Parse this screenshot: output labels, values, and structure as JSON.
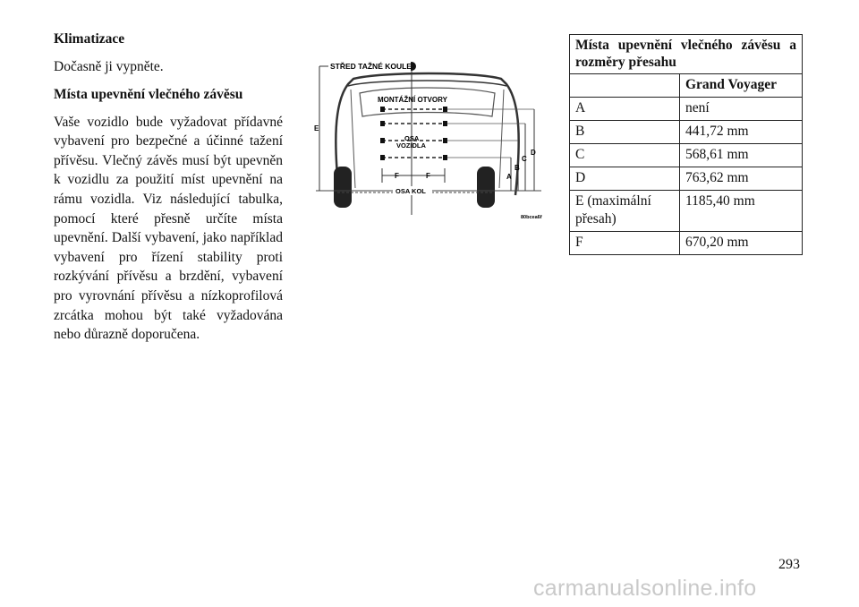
{
  "left_column": {
    "heading_climate": "Klimatizace",
    "para_climate": "Dočasně ji vypněte.",
    "heading_mounting": "Místa upevnění vlečného závěsu",
    "para_mounting": "Vaše vozidlo bude vyžadovat přídavné vybavení pro bezpečné a účinné tažení přívěsu. Vlečný závěs musí být upevněn k vozidlu za použití míst upevnění na rámu vozidla. Viz následující tabulka, pomocí které přesně určíte místa upevnění. Další vybavení, jako například vybavení pro řízení stability proti rozkývání přívěsu a brzdění, vybavení pro vyrovnání přívěsu a nízkoprofilová zrcátka mohou být také vyžadována nebo důrazně doporučena."
  },
  "diagram": {
    "label_ball_center": "STŘED TAŽNÉ KOULE",
    "label_mounting_holes": "MONTÁŽNÍ OTVORY",
    "label_vehicle_axis_1": "OSA",
    "label_vehicle_axis_2": "VOZIDLA",
    "label_wheel_axis": "OSA KOL",
    "dim_E": "E",
    "dim_F1": "F",
    "dim_F2": "F",
    "dim_A": "A",
    "dim_B": "B",
    "dim_C": "C",
    "dim_D": "D",
    "figure_code": "80bcea6f"
  },
  "table": {
    "title": "Místa upevnění vlečného závěsu a rozměry přesahu",
    "column_header": "Grand Voyager",
    "rows": [
      {
        "label": "A",
        "value": "není"
      },
      {
        "label": "B",
        "value": "441,72 mm"
      },
      {
        "label": "C",
        "value": "568,61 mm"
      },
      {
        "label": "D",
        "value": "763,62 mm"
      },
      {
        "label": "E (maximální přesah)",
        "value": "1185,40 mm"
      },
      {
        "label": "F",
        "value": "670,20 mm"
      }
    ]
  },
  "page_number": "293",
  "watermark": "carmanualsonline.info"
}
